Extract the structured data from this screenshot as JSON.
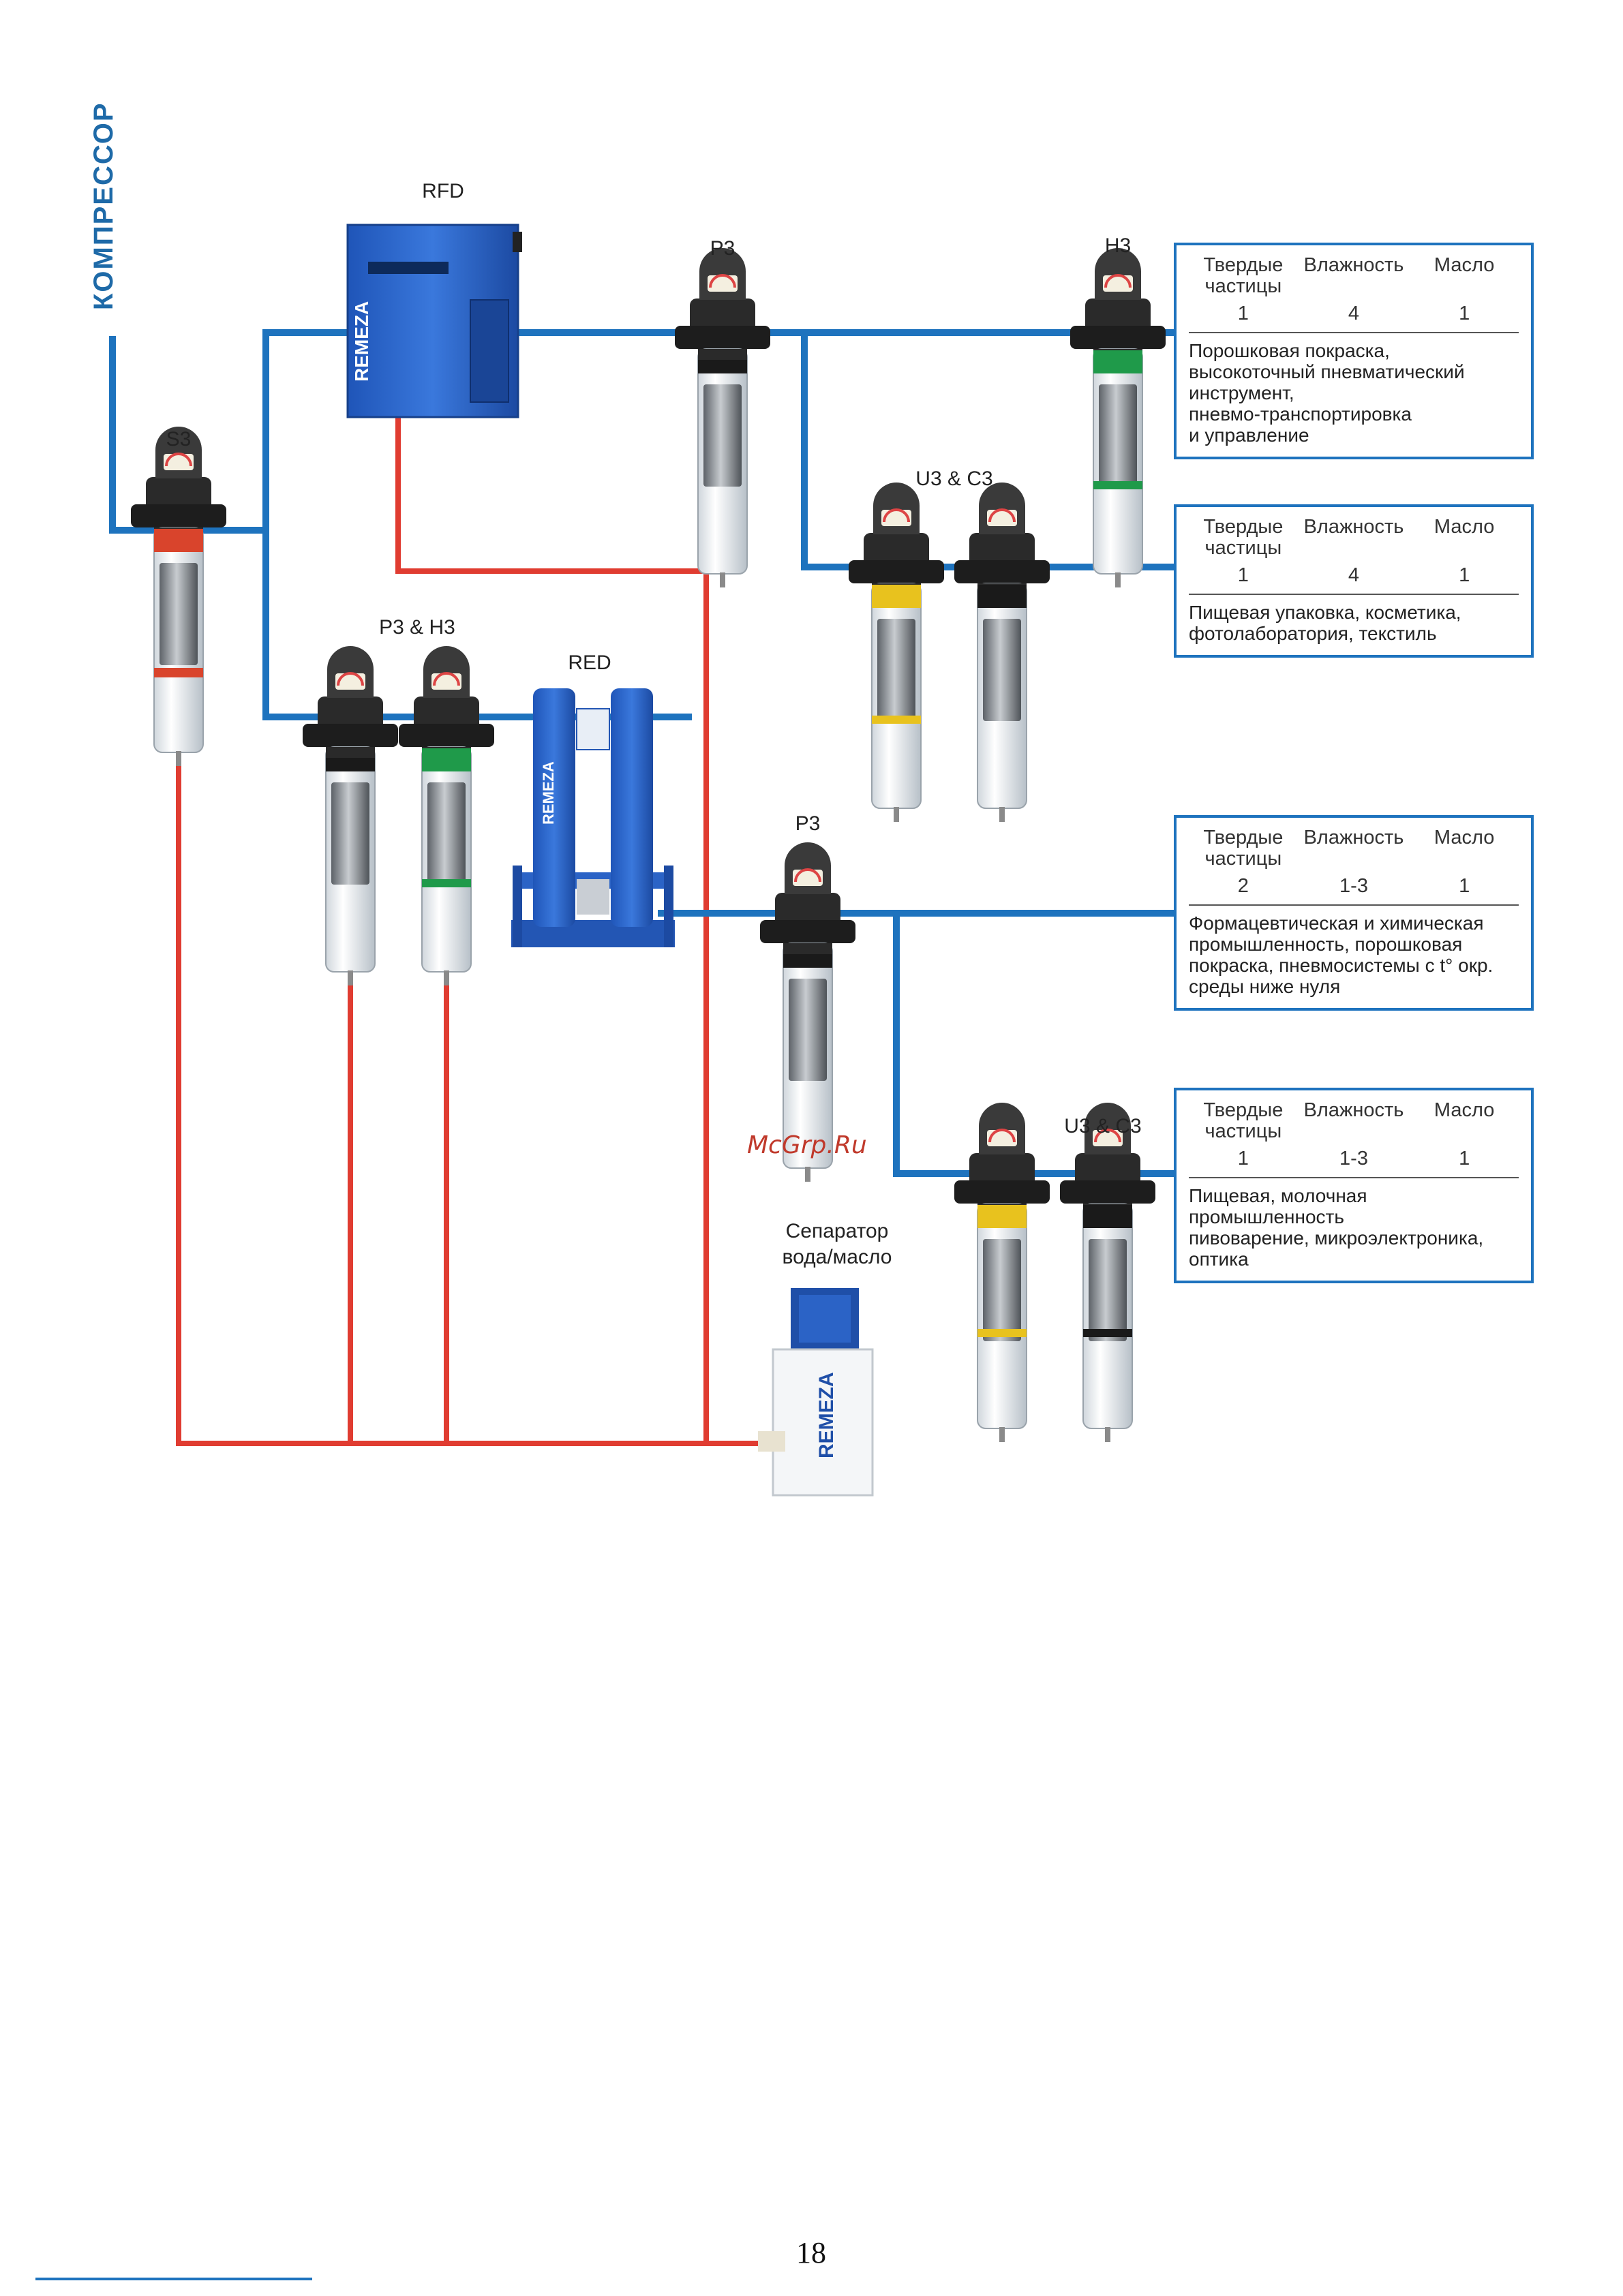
{
  "compressor_label": "КОМПРЕССОР",
  "component_labels": {
    "s3": "S3",
    "rfd": "RFD",
    "p3_top": "P3",
    "h3_top": "H3",
    "u3c3_top": "U3 & C3",
    "p3h3": "P3 & H3",
    "red": "RED",
    "p3_mid": "P3",
    "u3c3_bottom": "U3 & C3",
    "separator_line1": "Сепаратор",
    "separator_line2": "вода/масло"
  },
  "brand": "REMEZA",
  "watermark": "McGrp.Ru",
  "info_boxes": [
    {
      "headers": [
        "Твердые\nчастицы",
        "Влажность",
        "Масло"
      ],
      "values": [
        "1",
        "4",
        "1"
      ],
      "description": "Порошковая покраска,\nвысокоточный пневматический\nинструмент,\nпневмо-транспортировка\nи управление"
    },
    {
      "headers": [
        "Твердые\nчастицы",
        "Влажность",
        "Масло"
      ],
      "values": [
        "1",
        "4",
        "1"
      ],
      "description": "Пищевая упаковка, косметика,\nфотолаборатория, текстиль"
    },
    {
      "headers": [
        "Твердые\nчастицы",
        "Влажность",
        "Масло"
      ],
      "values": [
        "2",
        "1-3",
        "1"
      ],
      "description": "Формацевтическая и химическая\nпромышленность, порошковая\nпокраска, пневмосистемы с t° окр.\nсреды ниже нуля"
    },
    {
      "headers": [
        "Твердые\nчастицы",
        "Влажность",
        "Масло"
      ],
      "values": [
        "1",
        "1-3",
        "1"
      ],
      "description": "Пищевая, молочная промышленность\nпивоварение, микроэлектроника,\nоптика"
    }
  ],
  "page_number": "18",
  "colors": {
    "air_line": "#1e73be",
    "drain_line": "#e03c31",
    "unit_blue": "#2b63c6",
    "band_red": "#d9442c",
    "band_green": "#1f9a4a",
    "band_yellow": "#e8c21e",
    "band_black": "#1a1a1a"
  }
}
